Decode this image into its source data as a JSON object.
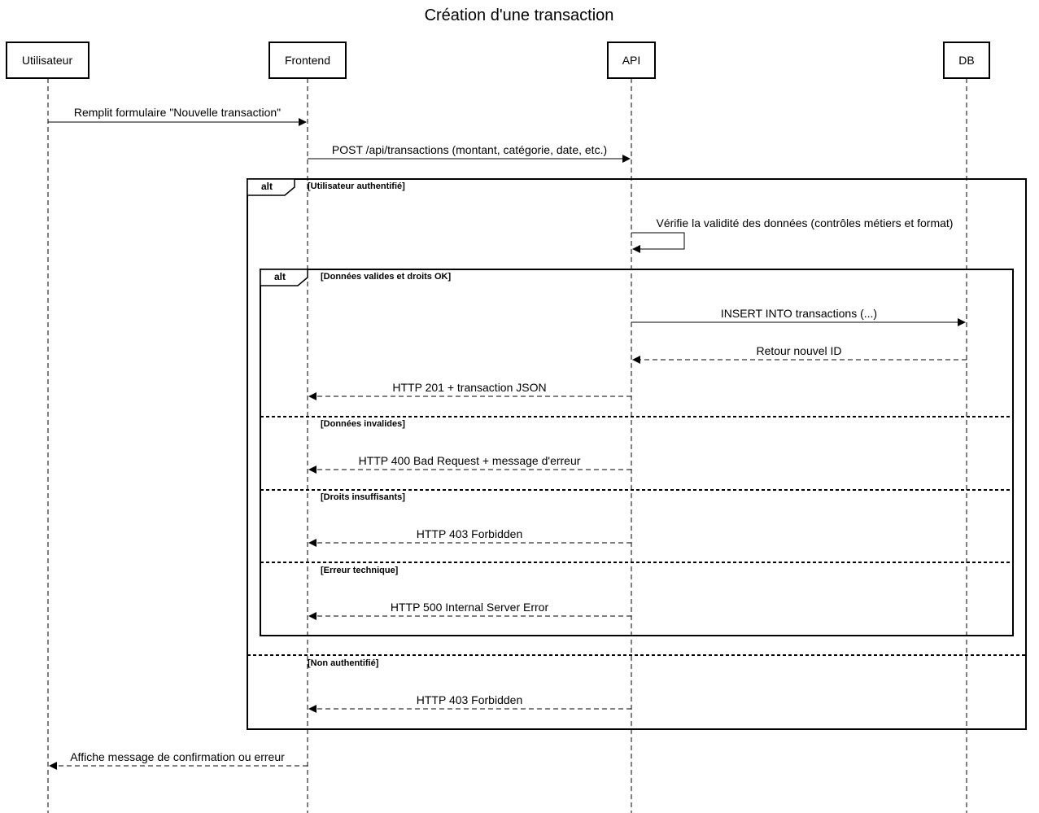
{
  "diagram": {
    "title": "Création d'une transaction",
    "actors": [
      {
        "id": "user",
        "label": "Utilisateur"
      },
      {
        "id": "frontend",
        "label": "Frontend"
      },
      {
        "id": "api",
        "label": "API"
      },
      {
        "id": "db",
        "label": "DB"
      }
    ],
    "messages": [
      {
        "from": "user",
        "to": "frontend",
        "label": "Remplit formulaire \"Nouvelle transaction\"",
        "style": "solid"
      },
      {
        "from": "frontend",
        "to": "api",
        "label": "POST /api/transactions (montant, catégorie, date, etc.)",
        "style": "solid"
      },
      {
        "from": "api",
        "to": "api",
        "label": "Vérifie la validité des données (contrôles métiers et format)",
        "style": "solid"
      },
      {
        "from": "api",
        "to": "db",
        "label": "INSERT INTO transactions (...)",
        "style": "solid"
      },
      {
        "from": "db",
        "to": "api",
        "label": "Retour nouvel ID",
        "style": "dashed"
      },
      {
        "from": "api",
        "to": "frontend",
        "label": "HTTP 201 + transaction JSON",
        "style": "dashed"
      },
      {
        "from": "api",
        "to": "frontend",
        "label": "HTTP 400 Bad Request + message d'erreur",
        "style": "dashed"
      },
      {
        "from": "api",
        "to": "frontend",
        "label": "HTTP 403 Forbidden",
        "style": "dashed"
      },
      {
        "from": "api",
        "to": "frontend",
        "label": "HTTP 500 Internal Server Error",
        "style": "dashed"
      },
      {
        "from": "api",
        "to": "frontend",
        "label": "HTTP 403 Forbidden",
        "style": "dashed"
      },
      {
        "from": "frontend",
        "to": "user",
        "label": "Affiche message de confirmation ou erreur",
        "style": "dashed"
      }
    ],
    "frames": [
      {
        "type": "alt",
        "guards": [
          "[Utilisateur authentifié]",
          "[Non authentifié]"
        ]
      },
      {
        "type": "alt",
        "guards": [
          "[Données valides et droits OK]",
          "[Données invalides]",
          "[Droits insuffisants]",
          "[Erreur technique]"
        ]
      }
    ]
  }
}
